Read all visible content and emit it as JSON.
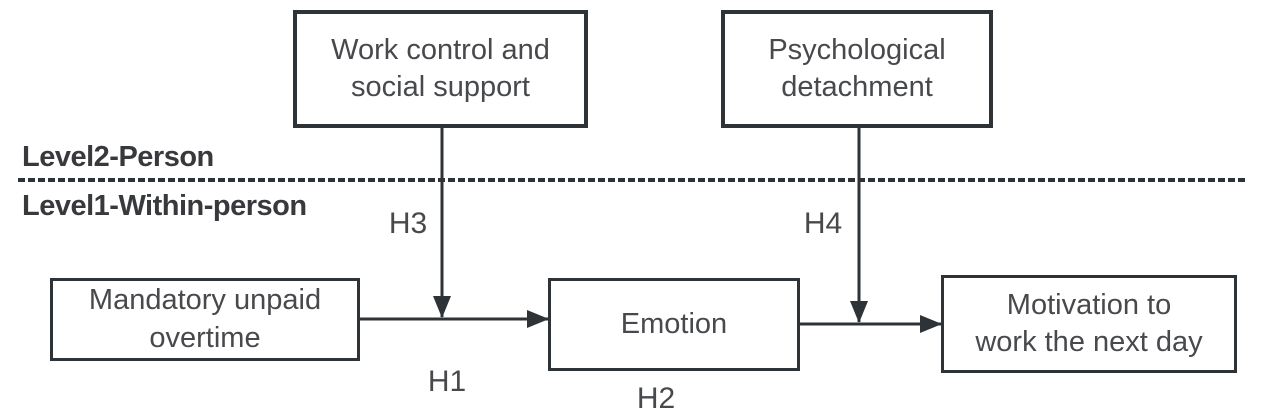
{
  "diagram": {
    "levels": {
      "level2_label": "Level2-Person",
      "level1_label": "Level1-Within-person"
    },
    "boxes": {
      "work_control": {
        "lines": [
          "Work control and",
          "social support"
        ]
      },
      "psychological_detachment": {
        "lines": [
          "Psychological",
          "detachment"
        ]
      },
      "mandatory_overtime": {
        "lines": [
          "Mandatory unpaid",
          "overtime"
        ]
      },
      "emotion": {
        "lines": [
          "Emotion"
        ]
      },
      "motivation": {
        "lines": [
          "Motivation to",
          "work the next day"
        ]
      }
    },
    "hypotheses": {
      "h1": "H1",
      "h2": "H2",
      "h3": "H3",
      "h4": "H4"
    },
    "colors": {
      "line": "#2e3337",
      "box_border": "#2e3337",
      "box_text": "#47494c",
      "level_label_text": "#37393c",
      "background": "#ffffff"
    }
  }
}
